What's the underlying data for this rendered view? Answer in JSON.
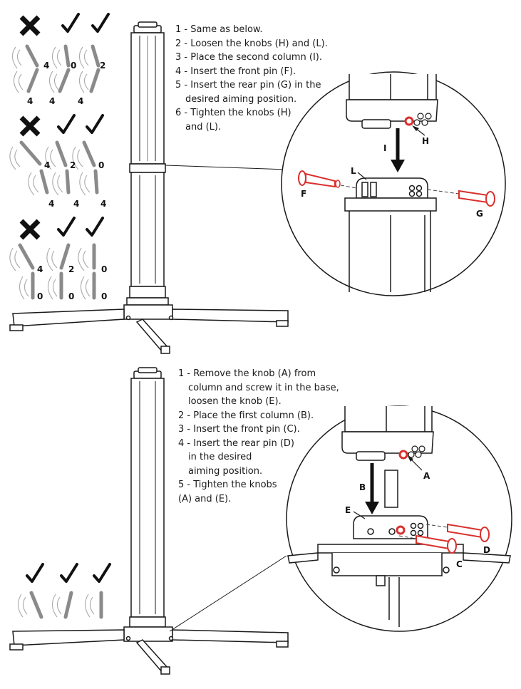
{
  "top_instructions": {
    "lines": [
      "1 - Same as below.",
      "2 - Loosen the knobs (H) and (L).",
      "3 - Place the second column (I).",
      "4 - Insert the front pin (F).",
      "5 - Insert the rear pin (G) in the",
      "desired aiming position.",
      "6 - Tighten the knobs (H)",
      "and (L)."
    ]
  },
  "bottom_instructions": {
    "lines": [
      "1 - Remove the knob (A) from",
      "column and screw it in the base,",
      "loosen the knob (E).",
      "2 - Place the first column (B).",
      "3 - Insert the front pin (C).",
      "4 - Insert the rear pin (D)",
      "in the desired",
      "aiming position.",
      "5 - Tighten the knobs",
      "(A) and (E)."
    ]
  },
  "top_detail_labels": {
    "H": "H",
    "I": "I",
    "L": "L",
    "F": "F",
    "G": "G"
  },
  "bottom_detail_labels": {
    "A": "A",
    "B": "B",
    "C": "C",
    "D": "D",
    "E": "E"
  },
  "aiming_groups": [
    {
      "marks": [
        "cross-icon",
        "check-icon",
        "check-icon"
      ],
      "lower": [
        "4",
        "0",
        "2"
      ],
      "upper": [
        "4",
        "4",
        "4"
      ]
    },
    {
      "marks": [
        "cross-icon",
        "check-icon",
        "check-icon"
      ],
      "lower": [
        "4",
        "2",
        "0"
      ],
      "upper": [
        "4",
        "4",
        "4"
      ]
    },
    {
      "marks": [
        "cross-icon",
        "check-icon",
        "check-icon"
      ],
      "lower": [
        "4",
        "2",
        "0"
      ],
      "upper": [
        "0",
        "0",
        "0"
      ]
    }
  ],
  "bottom_aiming_marks": [
    "check-icon",
    "check-icon",
    "check-icon"
  ],
  "colors": {
    "line": "#1a1a1a",
    "pin_highlight": "#d9302c",
    "column_fill": "#ffffff",
    "arm_angle": "#8a8a8a"
  }
}
